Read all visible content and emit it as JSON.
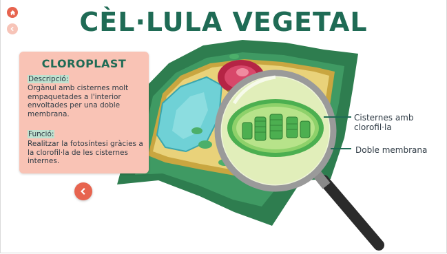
{
  "nav": {
    "home_icon": "home-icon",
    "back_icon": "chevron-left-icon"
  },
  "title": "CÈL·LULA VEGETAL",
  "card": {
    "title": "CLOROPLAST",
    "description_label": "Descripció:",
    "description_text": "Orgànul amb cisternes molt empaquetades a l'interior envoltades per una doble membrana.",
    "function_label": "Funció:",
    "function_text": "Realitzar la fotosíntesi gràcies a la clorofil·la de les cisternes internes."
  },
  "labels": {
    "cisterns": "Cisternes amb clorofil·la",
    "membrane": "Doble membrana"
  },
  "colors": {
    "accent": "#e7644f",
    "title": "#1f6b55",
    "card": "#f9c3b5",
    "label_bg": "#bfe1cf"
  }
}
